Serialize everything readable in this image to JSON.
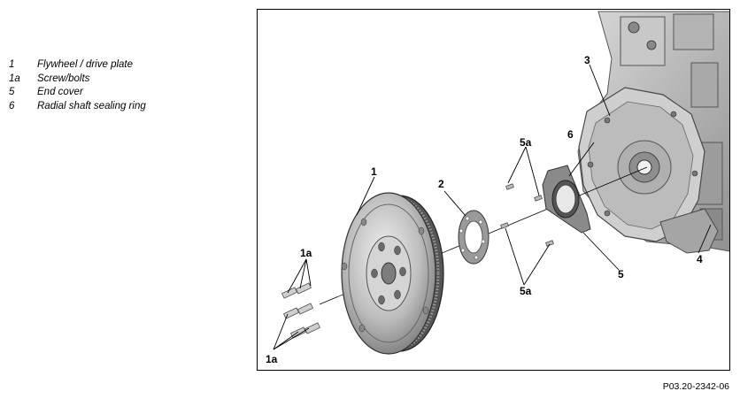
{
  "legend": {
    "items": [
      {
        "num": "1",
        "label": "Flywheel / drive plate"
      },
      {
        "num": "1a",
        "label": "Screw/bolts"
      },
      {
        "num": "5",
        "label": "End cover"
      },
      {
        "num": "6",
        "label": "Radial shaft sealing ring"
      }
    ]
  },
  "diagram": {
    "callouts": {
      "c1": "1",
      "c1a_top": "1a",
      "c1a_bottom": "1a",
      "c2": "2",
      "c3": "3",
      "c4": "4",
      "c5": "5",
      "c5a_top": "5a",
      "c5a_bottom": "5a",
      "c6": "6"
    }
  },
  "figure_id": "P03.20-2342-06"
}
